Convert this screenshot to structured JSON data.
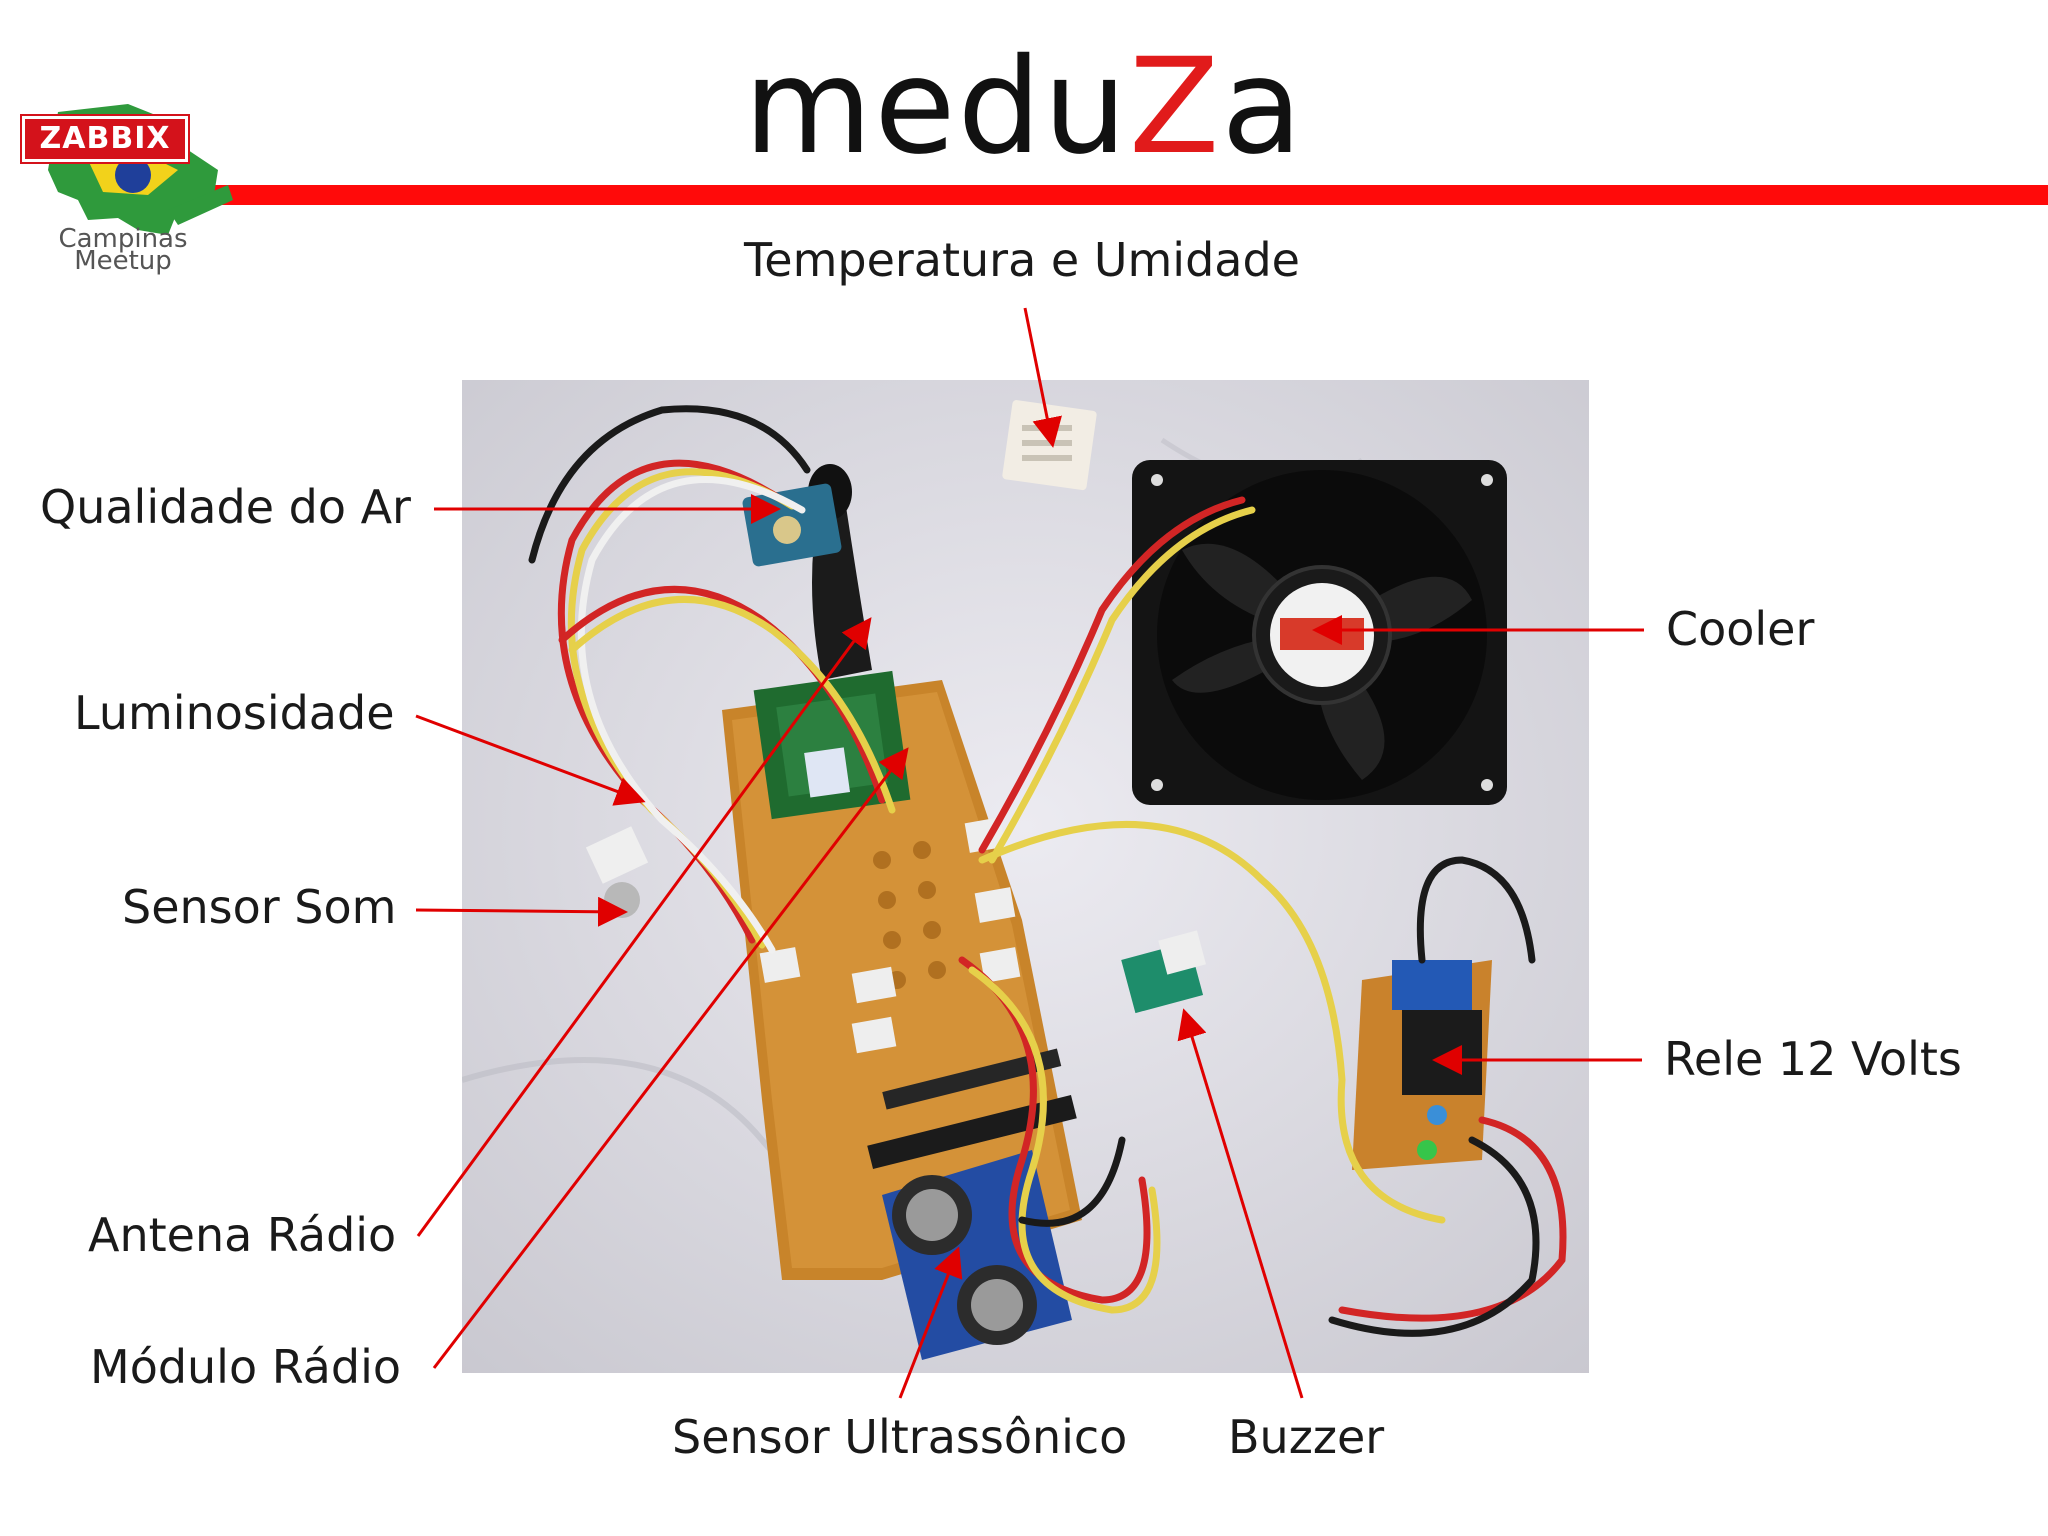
{
  "title": {
    "prefix": "medu",
    "highlight": "Z",
    "suffix": "a"
  },
  "logo": {
    "brand": "ZABBIX",
    "line1": "Campinas",
    "line2": "Meetup"
  },
  "labels": {
    "temperatura": "Temperatura e Umidade",
    "qualidade": "Qualidade do Ar",
    "luminosidade": "Luminosidade",
    "som": "Sensor Som",
    "antena": "Antena Rádio",
    "modulo": "Módulo Rádio",
    "ultrassonico": "Sensor Ultrassônico",
    "buzzer": "Buzzer",
    "cooler": "Cooler",
    "rele": "Rele 12 Volts"
  },
  "colors": {
    "accent": "#ff0a0a",
    "arrow": "#e00000",
    "text": "#1a1a1a"
  }
}
